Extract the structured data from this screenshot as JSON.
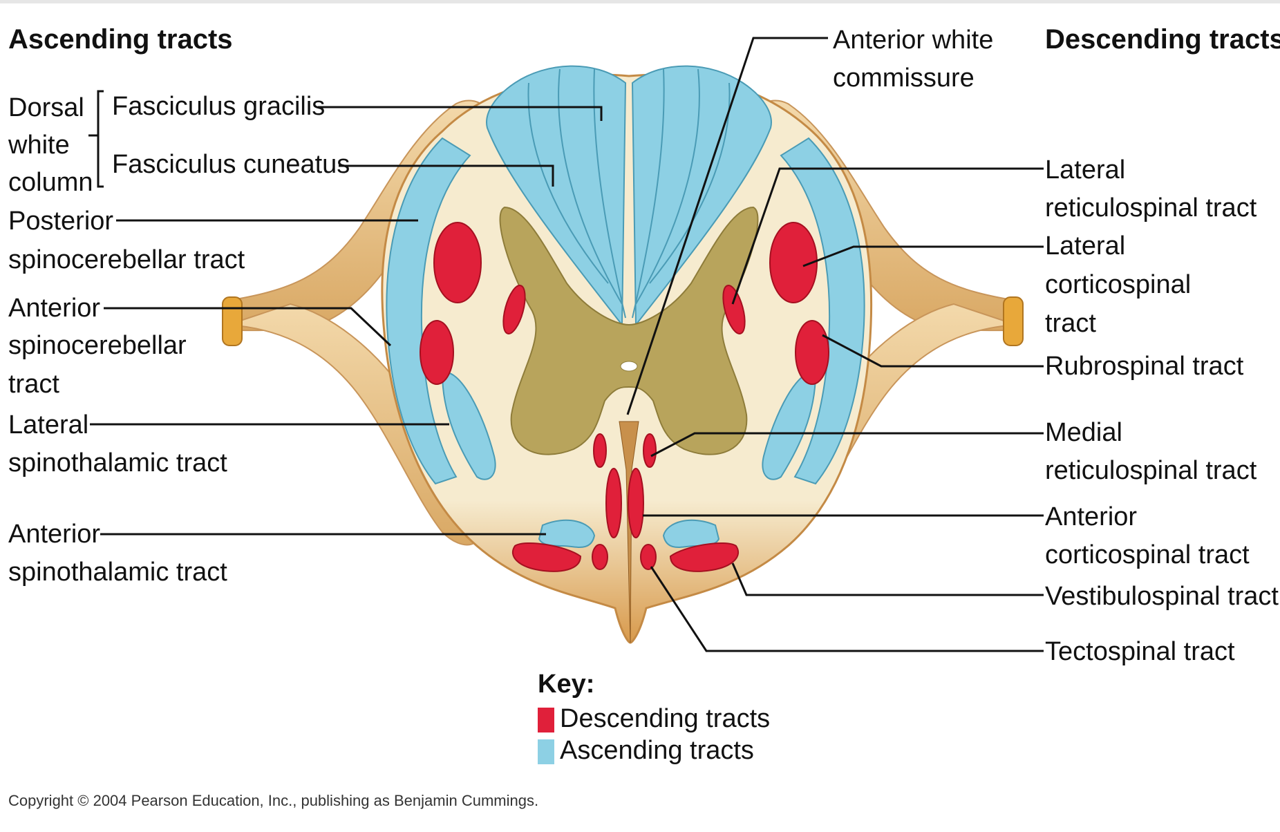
{
  "headings": {
    "ascending": "Ascending tracts",
    "descending": "Descending tracts"
  },
  "left_labels": {
    "dorsal_white_column": [
      "Dorsal",
      "white",
      "column"
    ],
    "fasciculus_gracilis": "Fasciculus gracilis",
    "fasciculus_cuneatus": "Fasciculus cuneatus",
    "posterior_spinocerebellar": [
      "Posterior",
      "spinocerebellar tract"
    ],
    "anterior_spinocerebellar": [
      "Anterior",
      "spinocerebellar",
      "tract"
    ],
    "lateral_spinothalamic": [
      "Lateral",
      "spinothalamic tract"
    ],
    "anterior_spinothalamic": [
      "Anterior",
      "spinothalamic tract"
    ]
  },
  "top_label": {
    "anterior_white_commissure": [
      "Anterior white",
      "commissure"
    ]
  },
  "right_labels": {
    "lateral_reticulospinal": [
      "Lateral",
      "reticulospinal tract"
    ],
    "lateral_corticospinal": [
      "Lateral",
      "corticospinal",
      "tract"
    ],
    "rubrospinal": "Rubrospinal tract",
    "medial_reticulospinal": [
      "Medial",
      "reticulospinal tract"
    ],
    "anterior_corticospinal": [
      "Anterior",
      "corticospinal tract"
    ],
    "vestibulospinal": "Vestibulospinal tract",
    "tectospinal": "Tectospinal tract"
  },
  "key": {
    "title": "Key:",
    "descending_label": "Descending tracts",
    "ascending_label": "Ascending tracts",
    "descending_color": "#e0203a",
    "ascending_color": "#8dd0e4"
  },
  "colors": {
    "white_matter": "#f5e8c8",
    "nerve_root": "#edc994",
    "gray_matter": "#b8a45c",
    "ascending": "#8dd0e4",
    "descending": "#e0203a"
  },
  "copyright": "Copyright © 2004 Pearson Education, Inc., publishing as Benjamin Cummings."
}
